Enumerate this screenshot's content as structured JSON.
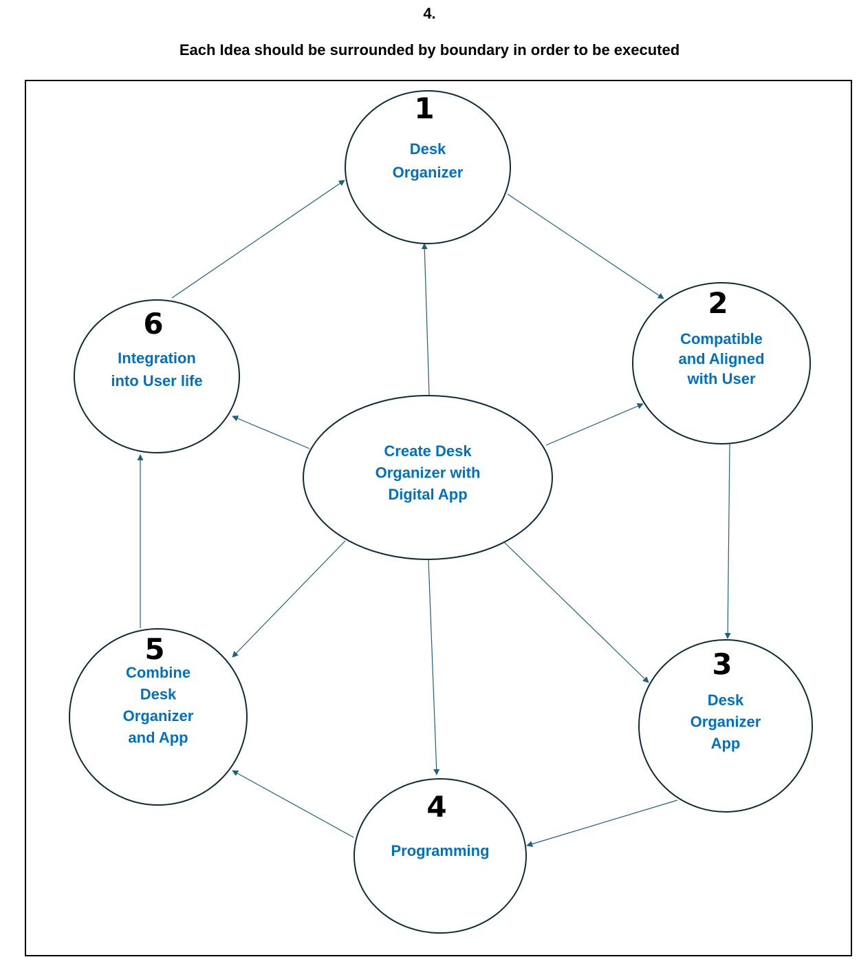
{
  "header": {
    "page_number": "4.",
    "title": "Each Idea should be surrounded by boundary in order to be executed"
  },
  "colors": {
    "node_text": "#0070c0",
    "edge": "#1f5f80",
    "outline": "#0d2b3a"
  },
  "diagram": {
    "center": {
      "lines": [
        "Create Desk",
        "Organizer with",
        "Digital App"
      ]
    },
    "nodes": [
      {
        "id": "n1",
        "number": "1",
        "lines": [
          "Desk",
          "Organizer"
        ]
      },
      {
        "id": "n2",
        "number": "2",
        "lines": [
          "Compatible",
          "and Aligned",
          "with User"
        ]
      },
      {
        "id": "n3",
        "number": "3",
        "lines": [
          "Desk",
          "Organizer",
          "App"
        ]
      },
      {
        "id": "n4",
        "number": "4",
        "lines": [
          "Programming"
        ]
      },
      {
        "id": "n5",
        "number": "5",
        "lines": [
          "Combine",
          "Desk",
          "Organizer",
          "and App"
        ]
      },
      {
        "id": "n6",
        "number": "6",
        "lines": [
          "Integration",
          "into User life"
        ]
      }
    ],
    "edges": [
      {
        "from": "center",
        "to": "n1"
      },
      {
        "from": "center",
        "to": "n2"
      },
      {
        "from": "center",
        "to": "n3"
      },
      {
        "from": "center",
        "to": "n4"
      },
      {
        "from": "center",
        "to": "n5"
      },
      {
        "from": "center",
        "to": "n6"
      },
      {
        "from": "n1",
        "to": "n2"
      },
      {
        "from": "n2",
        "to": "n3"
      },
      {
        "from": "n3",
        "to": "n4"
      },
      {
        "from": "n4",
        "to": "n5"
      },
      {
        "from": "n5",
        "to": "n6"
      },
      {
        "from": "n6",
        "to": "n1"
      }
    ]
  }
}
